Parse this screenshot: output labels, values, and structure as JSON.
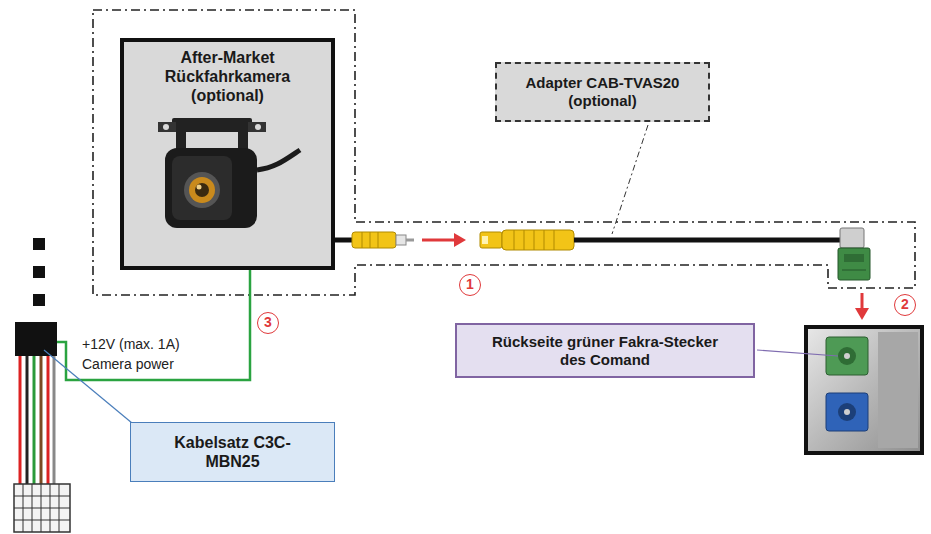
{
  "diagram": {
    "nodes": [
      {
        "text": [
          "After-Market Rückfahrkamera (optional)"
        ]
      },
      {
        "text": [
          "Adapter CAB-TVAS20 (optional)"
        ]
      },
      {
        "text": [
          "Rückseite grüner Fakra-Stecker des Comand"
        ]
      },
      {
        "text": [
          "Kabelsatz C3C-MBN25"
        ]
      }
    ],
    "labels": [
      "1",
      "2",
      "3",
      "+12V (max. 1A)",
      "Camera power"
    ]
  }
}
